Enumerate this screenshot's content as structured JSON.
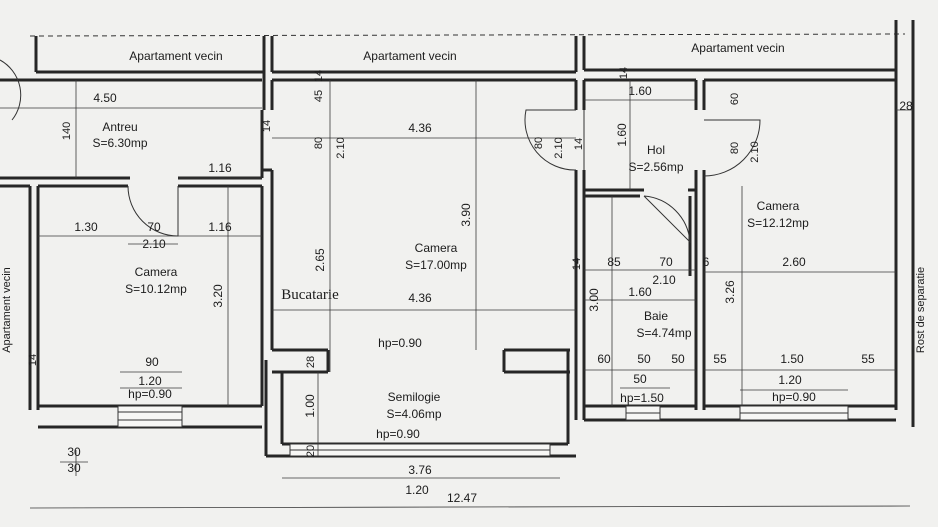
{
  "neighbors": {
    "left": "Apartament vecin",
    "middle": "Apartament vecin",
    "right": "Apartament vecin",
    "side": "Apartament vecin"
  },
  "separation_joint": "Rost de separatie",
  "rooms": {
    "antreu": {
      "name": "Antreu",
      "area": "S=6.30mp"
    },
    "camera_left": {
      "name": "Camera",
      "area": "S=10.12mp",
      "sill": "hp=0.90"
    },
    "bucatarie": {
      "name": "Bucatarie"
    },
    "camera_center": {
      "name": "Camera",
      "area": "S=17.00mp",
      "sill": "hp=0.90"
    },
    "semilogie": {
      "name": "Semilogie",
      "area": "S=4.06mp",
      "sill": "hp=0.90"
    },
    "hol": {
      "name": "Hol",
      "area": "S=2.56mp"
    },
    "baie": {
      "name": "Baie",
      "area": "S=4.74mp",
      "sill": "hp=1.50"
    },
    "camera_right": {
      "name": "Camera",
      "area": "S=12.12mp",
      "sill": "hp=0.90"
    }
  },
  "dimensions": {
    "antreu_width": "4.50",
    "antreu_depth": "140",
    "cl_door_offset": "1.16",
    "cl_seg1": "1.30",
    "cl_seg2": "70",
    "cl_seg3": "1.16",
    "cl_width": "2.10",
    "cl_height": "3.20",
    "cl_win_offset": "90",
    "cl_win_width": "1.20",
    "top_wall": "45",
    "top_wall_b": "14",
    "wall_14_a": "14",
    "cc_80": "80",
    "cc_210": "2.10",
    "cc_width": "4.36",
    "cc_height": "3.90",
    "buc_height": "2.65",
    "cc_width_b": "4.36",
    "sem_28": "28",
    "sem_100": "1.00",
    "sem_20": "20",
    "sem_376": "3.76",
    "sem_120": "1.20",
    "total_width": "12.47",
    "door_80": "80",
    "door_210": "2.10",
    "wall_14_b": "14",
    "hol_160w": "1.60",
    "hol_160h": "1.60",
    "hol_14": "14",
    "baie_85": "85",
    "baie_70": "70",
    "baie_210": "2.10",
    "baie_160": "1.60",
    "baie_300": "3.00",
    "baie_14": "14",
    "baie_60": "60",
    "baie_50a": "50",
    "baie_50b": "50",
    "baie_50c": "50",
    "cr_60": "60",
    "cr_80": "80",
    "cr_210": "2.10",
    "cr_6": "6",
    "cr_260": "2.60",
    "cr_326": "3.26",
    "cr_55a": "55",
    "cr_150": "1.50",
    "cr_55b": "55",
    "cr_120": "1.20",
    "rost_28": "28",
    "col_30a": "30",
    "col_30b": "30",
    "left_14": "14"
  }
}
